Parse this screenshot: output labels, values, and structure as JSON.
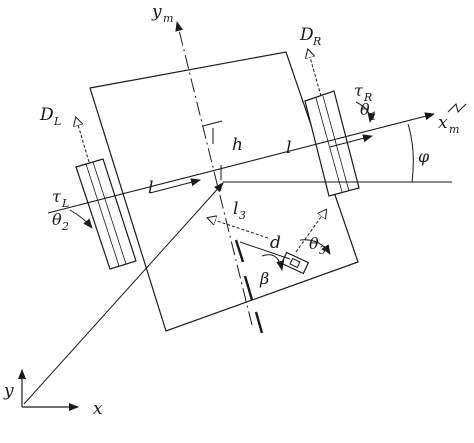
{
  "labels": {
    "y_m": "y",
    "y_m_sub": "m",
    "x_m": "x",
    "x_m_sub": "m",
    "D_R": "D",
    "D_R_sub": "R",
    "D_L": "D",
    "D_L_sub": "L",
    "tau_R": "τ",
    "tau_R_sub": "R",
    "tau_L": "τ",
    "tau_L_sub": "L",
    "theta_1": "θ",
    "theta_1_sub": "1",
    "theta_2": "θ",
    "theta_2_sub": "2",
    "theta_3": "θ",
    "theta_3_sub": "3",
    "phi": "φ",
    "h": "h",
    "l_right": "l",
    "l_left": "l",
    "l_3": "l",
    "l_3_sub": "3",
    "d": "d",
    "beta": "β",
    "y_world": "y",
    "x_world": "x"
  }
}
